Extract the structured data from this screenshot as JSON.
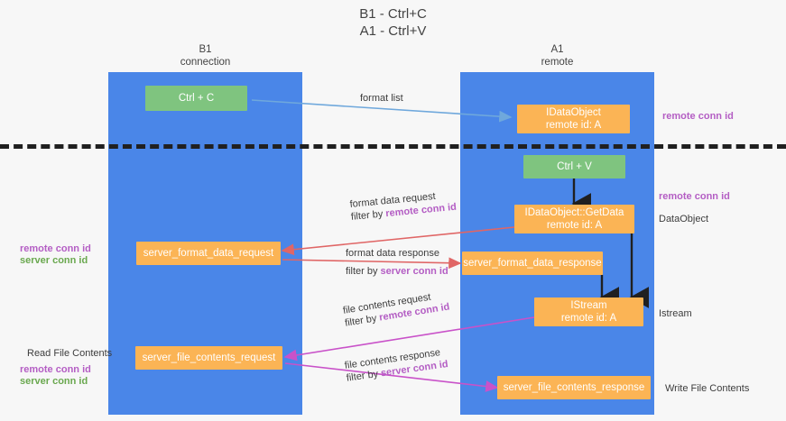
{
  "title": "B1 - Ctrl+C\nA1 - Ctrl+V",
  "columns": [
    {
      "name": "b1",
      "label": "B1\nconnection"
    },
    {
      "name": "a1",
      "label": "A1\nremote"
    }
  ],
  "nodes": [
    {
      "id": "ctrl-c",
      "line1": "Ctrl + C",
      "line2": "",
      "color": "#7fc47f"
    },
    {
      "id": "idataobject",
      "line1": "IDataObject",
      "line2": "remote id: A",
      "color": "#fbb455"
    },
    {
      "id": "ctrl-v",
      "line1": "Ctrl + V",
      "line2": "",
      "color": "#7fc47f"
    },
    {
      "id": "idataobject-getdata",
      "line1": "IDataObject::GetData",
      "line2": "remote id: A",
      "color": "#fbb455"
    },
    {
      "id": "server-format-data-request",
      "line1": "server_format_data_request",
      "line2": "",
      "color": "#fbb455"
    },
    {
      "id": "server-format-data-response",
      "line1": "server_format_data_response",
      "line2": "",
      "color": "#fbb455"
    },
    {
      "id": "istream",
      "line1": "IStream",
      "line2": "remote id: A",
      "color": "#fbb455"
    },
    {
      "id": "server-file-contents-request",
      "line1": "server_file_contents_request",
      "line2": "",
      "color": "#fbb455"
    },
    {
      "id": "server-file-contents-response",
      "line1": "server_file_contents_response",
      "line2": "",
      "color": "#fbb455"
    }
  ],
  "edges": [
    {
      "id": "format-list",
      "label": "format list",
      "filter": "",
      "filter_key": "",
      "color": "#6fa8dc"
    },
    {
      "id": "format-data-request",
      "label": "format data request",
      "filter": "filter by ",
      "filter_key": "remote conn id",
      "color": "#e06666"
    },
    {
      "id": "format-data-response",
      "label": "format data response",
      "filter": "filter by ",
      "filter_key": "server conn id",
      "color": "#e06666"
    },
    {
      "id": "file-contents-request",
      "label": "file contents request",
      "filter": "filter by ",
      "filter_key": "remote conn id",
      "color": "#c952c9"
    },
    {
      "id": "file-contents-response",
      "label": "file contents response",
      "filter": "filter by ",
      "filter_key": "server conn id",
      "color": "#c952c9"
    }
  ],
  "right_labels": [
    {
      "id": "remote-conn-id-top",
      "text": "remote conn id",
      "color": "#b45ec4"
    },
    {
      "id": "remote-conn-id-mid",
      "text": "remote conn id",
      "color": "#b45ec4"
    },
    {
      "id": "dataobject",
      "text": "DataObject",
      "color": "#3c3c3c"
    },
    {
      "id": "istream-label",
      "text": "Istream",
      "color": "#3c3c3c"
    },
    {
      "id": "write-file-contents",
      "text": "Write File Contents",
      "color": "#3c3c3c"
    }
  ],
  "left_labels": [
    {
      "id": "remote-conn-id-left",
      "text": "remote conn id",
      "color": "#b45ec4"
    },
    {
      "id": "server-conn-id-left",
      "text": "server conn id",
      "color": "#6aa84f"
    },
    {
      "id": "read-file-contents",
      "text": "Read File Contents",
      "color": "#3c3c3c"
    },
    {
      "id": "remote-conn-id-left2",
      "text": "remote conn id",
      "color": "#b45ec4"
    },
    {
      "id": "server-conn-id-left2",
      "text": "server conn id",
      "color": "#6aa84f"
    }
  ],
  "colors": {
    "lane": "#4a86e8",
    "green_node": "#7fc47f",
    "orange_node": "#fbb455",
    "divider": "#202020",
    "background": "#f7f7f7"
  }
}
